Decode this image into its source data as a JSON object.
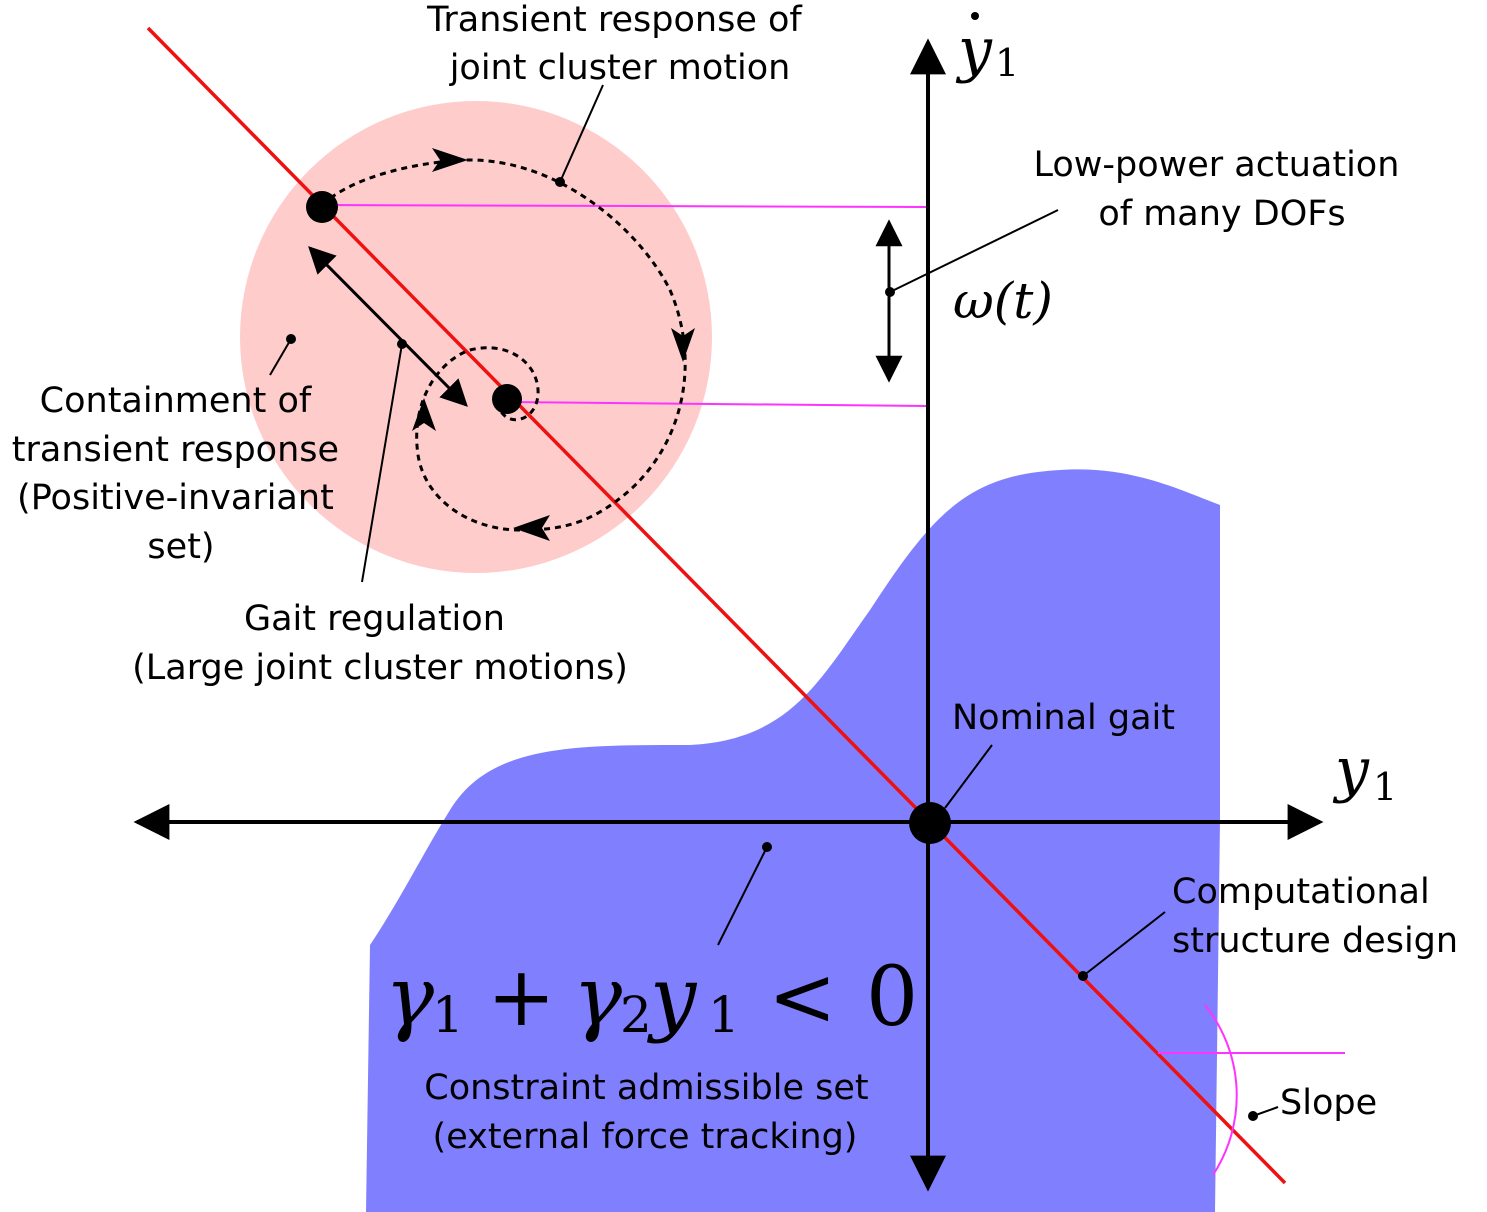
{
  "colors": {
    "admissible_set": "#8080ff",
    "invariant_set": "#ffcccc",
    "design_line": "#ee1111",
    "slope_guides": "#ff33ff",
    "axes": "#000000"
  },
  "axes": {
    "x_label": "y",
    "x_sub": "1",
    "y_label": "y",
    "y_sub": "1"
  },
  "labels": {
    "transient_response": [
      "Transient response of",
      "joint cluster motion"
    ],
    "low_power": [
      "Low-power actuation",
      "of many DOFs"
    ],
    "omega": "ω(t)",
    "containment": [
      "Containment of",
      "transient response",
      "(Positive-invariant",
      "set)"
    ],
    "gait_regulation": [
      "Gait regulation",
      "(Large joint cluster motions)"
    ],
    "nominal_gait": "Nominal gait",
    "computational": [
      "Computational",
      "structure design"
    ],
    "slope": "Slope",
    "constraint_set": [
      "Constraint admissible set",
      "(external force tracking)"
    ]
  },
  "inequality": {
    "gamma1": "γ",
    "sub1": "1",
    "plus": "+",
    "gamma2": "γ",
    "sub2": "2",
    "y": "y",
    "sub3": "1",
    "lt": "<",
    "zero": "0"
  }
}
